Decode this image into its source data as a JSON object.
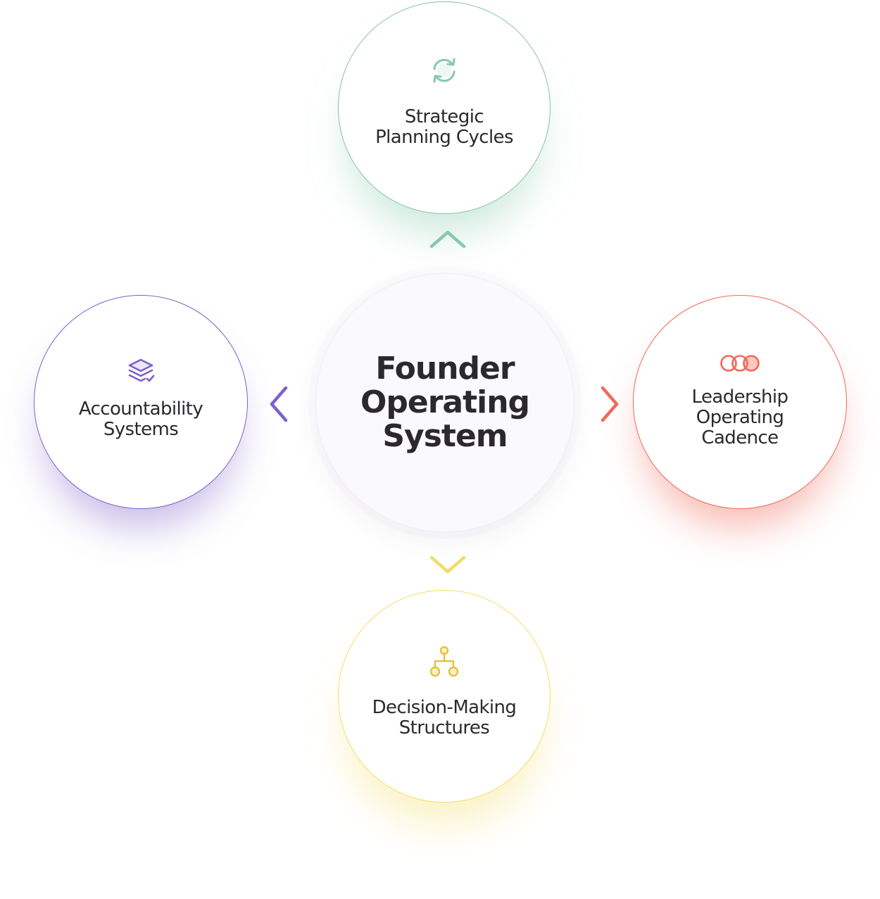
{
  "center": {
    "label": "Founder\nOperating\nSystem"
  },
  "nodes": {
    "top": {
      "label": "Strategic\nPlanning Cycles",
      "icon": "refresh-icon",
      "color": "#82c4a6"
    },
    "left": {
      "label": "Accountability\nSystems",
      "icon": "layers-check-icon",
      "color": "#7c61c9"
    },
    "right": {
      "label": "Leadership\nOperating\nCadence",
      "icon": "three-rings-icon",
      "color": "#f2685a"
    },
    "bottom": {
      "label": "Decision-Making\nStructures",
      "icon": "hierarchy-icon",
      "color": "#e8c84a"
    }
  },
  "arrows": {
    "up": "chevron-up-icon",
    "left": "chevron-left-icon",
    "right": "chevron-right-icon",
    "down": "chevron-down-icon"
  }
}
